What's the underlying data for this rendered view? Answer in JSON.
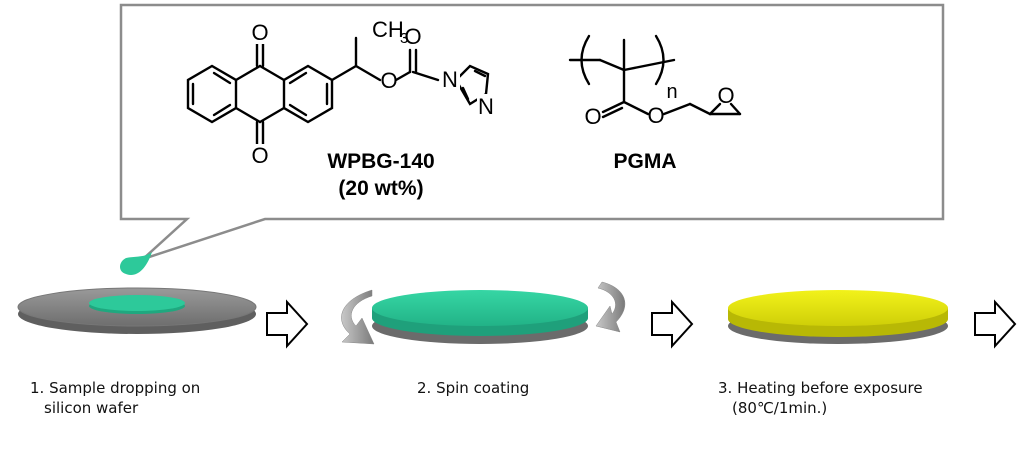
{
  "callout": {
    "molecule1": {
      "name": "WPBG-140",
      "amount": "(20 wt%)",
      "atoms": {
        "o_top": "O",
        "o_bottom": "O",
        "ch3": "CH",
        "ch3_sub": "3",
        "o_ester": "O",
        "o_carbonyl": "O",
        "n1": "N",
        "n2": "N"
      }
    },
    "molecule2": {
      "name": "PGMA",
      "atoms": {
        "repeat": "n",
        "o_carbonyl": "O",
        "o_ester": "O",
        "o_epoxide": "O"
      }
    }
  },
  "colors": {
    "coating": "#2dc99a",
    "heated": "#e6e60f",
    "wafer": "#8a8a8a",
    "arrow": "#909090"
  },
  "steps": [
    {
      "line1": "1. Sample dropping on",
      "line2": "silicon wafer"
    },
    {
      "line1": "2. Spin coating"
    },
    {
      "line1": "3. Heating before exposure",
      "line2": "(80℃/1min.)"
    }
  ]
}
